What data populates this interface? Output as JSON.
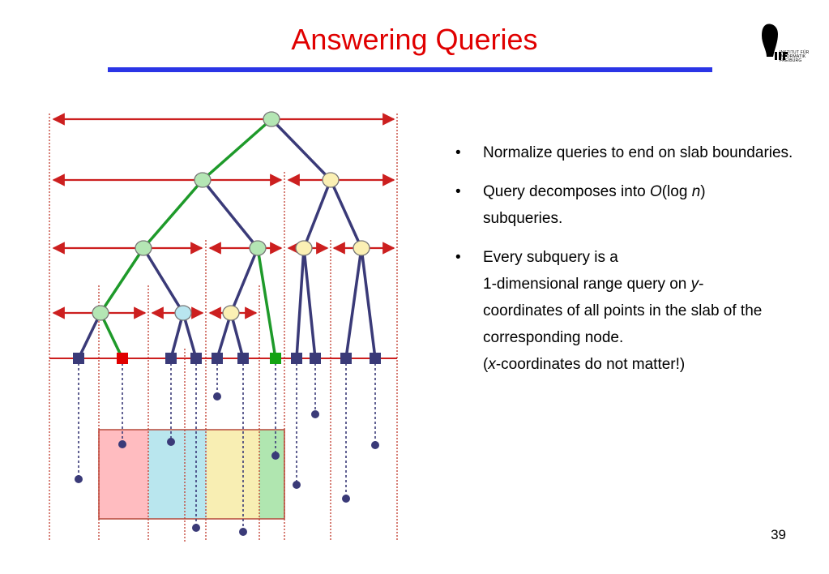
{
  "slide": {
    "title": "Answering Queries",
    "logo": {
      "icon": "iif-university-freiburg-logo",
      "line1": "I I F",
      "line2": "INSTITUT FÜR",
      "line3": "INFORMATIK",
      "line4": "FREIBURG"
    },
    "bullets": [
      {
        "parts": [
          {
            "t": "Normalize queries to end on slab boundaries."
          }
        ]
      },
      {
        "parts": [
          {
            "t": "Query decomposes into "
          },
          {
            "t": "O",
            "i": true
          },
          {
            "t": "(log "
          },
          {
            "t": "n",
            "i": true
          },
          {
            "t": ")\nsubqueries."
          }
        ]
      },
      {
        "parts": [
          {
            "t": "Every subquery is a\n1-dimensional range query on "
          },
          {
            "t": "y",
            "i": true
          },
          {
            "t": "-\ncoordinates of all points in the slab of the corresponding node.\n("
          },
          {
            "t": "x",
            "i": true
          },
          {
            "t": "-coordinates do not matter!)"
          }
        ]
      }
    ],
    "page_number": "39"
  },
  "colors": {
    "title": "#e00000",
    "rule": "#2a35e6",
    "range_arrow": "#cc1f1f",
    "green_path": "#1e9a2a",
    "tree_edge": "#3a3a78",
    "node_green": "#b4e6b4",
    "node_yellow": "#fbf0b4",
    "node_blue": "#b9e6f0",
    "leaf": "#3a3a78",
    "leaf_red": "#e00000",
    "leaf_green": "#13a313",
    "slab_divider": "#c0392b",
    "query_pink": "#ffbcc0",
    "query_blue": "#b9e6ee",
    "query_yellow": "#f8eeb3",
    "query_green": "#b0e6b0"
  }
}
